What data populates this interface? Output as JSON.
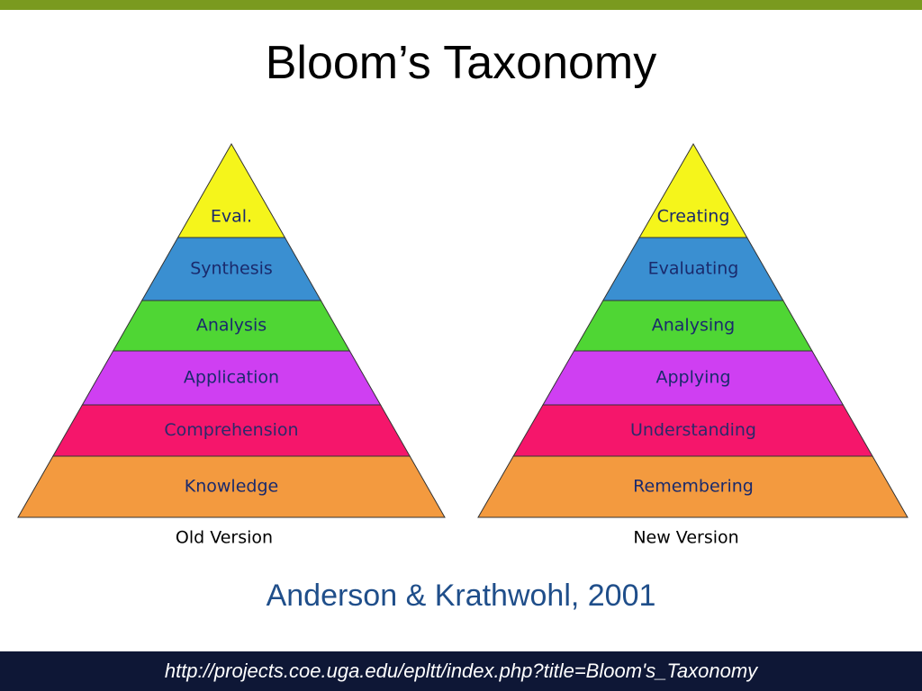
{
  "slide": {
    "title": "Bloom’s Taxonomy",
    "citation": "Anderson & Krathwohl, 2001",
    "footer_url": "http://projects.coe.uga.edu/epltt/index.php?title=Bloom's_Taxonomy"
  },
  "colors": {
    "top_bar": "#7a9a1f",
    "footer_bar": "#0e1736",
    "citation": "#1f4e8a",
    "layer_text": "#1a2a6c",
    "comprehension_text": "#2a2a6a"
  },
  "pyramids": [
    {
      "version_label": "Old Version",
      "layers": [
        {
          "label": "Eval.",
          "color": "#f5f51b"
        },
        {
          "label": "Synthesis",
          "color": "#3a8fd1"
        },
        {
          "label": "Analysis",
          "color": "#4fd634"
        },
        {
          "label": "Application",
          "color": "#cf3ff2"
        },
        {
          "label": "Comprehension",
          "color": "#f5166b"
        },
        {
          "label": "Knowledge",
          "color": "#f39a3f"
        }
      ]
    },
    {
      "version_label": "New Version",
      "layers": [
        {
          "label": "Creating",
          "color": "#f5f51b"
        },
        {
          "label": "Evaluating",
          "color": "#3a8fd1"
        },
        {
          "label": "Analysing",
          "color": "#4fd634"
        },
        {
          "label": "Applying",
          "color": "#cf3ff2"
        },
        {
          "label": "Understanding",
          "color": "#f5166b"
        },
        {
          "label": "Remembering",
          "color": "#f39a3f"
        }
      ]
    }
  ]
}
